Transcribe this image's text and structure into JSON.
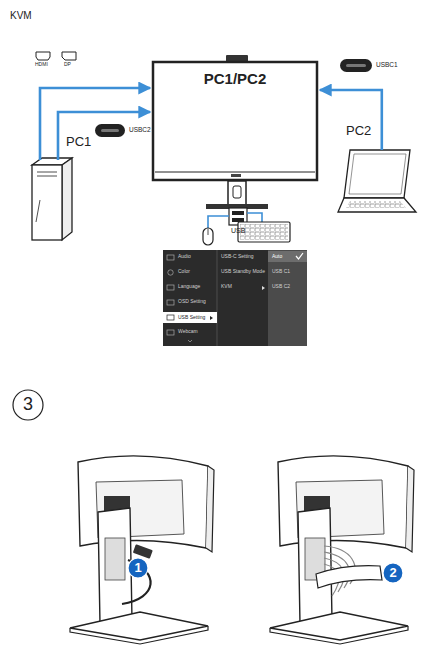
{
  "diagram": {
    "title": "KVM",
    "nodes": [
      {
        "text": [
          "PC1/PC2"
        ]
      },
      {
        "text": [
          "PC1"
        ]
      },
      {
        "text": [
          "PC2"
        ]
      },
      {
        "text": [
          "USB"
        ]
      },
      {
        "text": [
          "3"
        ]
      },
      {
        "text": [
          "1"
        ]
      },
      {
        "text": [
          "2"
        ]
      }
    ],
    "edges": [
      {
        "from": 1,
        "to": 0,
        "arrow": "to"
      },
      {
        "from": 1,
        "to": 0,
        "arrow": "to"
      },
      {
        "from": 2,
        "to": 0,
        "arrow": "to"
      }
    ],
    "labels": [
      "HDMI",
      "DP",
      "USBC1",
      "USBC2",
      "Audio",
      "Color",
      "Language",
      "OSD Setting",
      "USB Setting",
      "Webcam",
      "USB-C Setting",
      "USB Standby Mode",
      "KVM",
      "Auto",
      "USB C1",
      "USB C2"
    ]
  }
}
